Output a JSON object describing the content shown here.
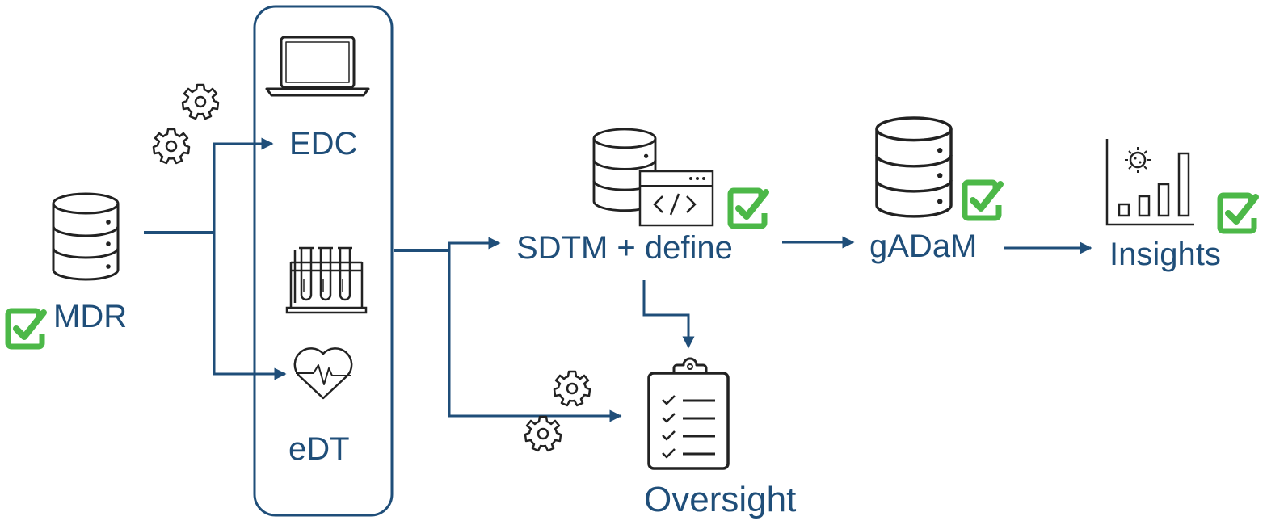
{
  "nodes": {
    "mdr": "MDR",
    "edc": "EDC",
    "edt": "eDT",
    "sdtm": "SDTM + define",
    "gadam": "gADaM",
    "insights": "Insights",
    "oversight": "Oversight"
  },
  "colors": {
    "text": "#1f4e79",
    "arrow": "#1f4e79",
    "check": "#4cb848",
    "icon": "#222222"
  },
  "icons": [
    "database-icon",
    "gears-icon",
    "laptop-icon",
    "test-tubes-icon",
    "heart-rate-icon",
    "code-window-icon",
    "bar-chart-virus-icon",
    "clipboard-checklist-icon",
    "checkmark-icon"
  ]
}
